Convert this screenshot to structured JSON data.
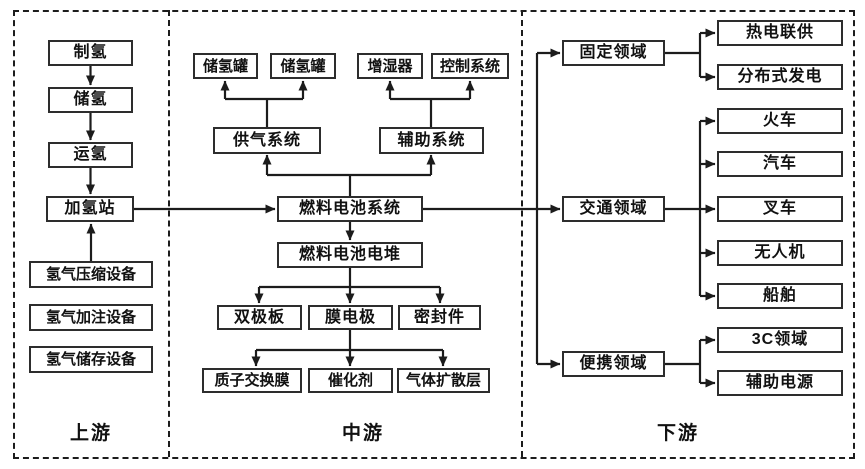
{
  "colors": {
    "line": "#1c1c1c",
    "box_border": "#2d2d2d",
    "text": "#111111",
    "background": "#ffffff"
  },
  "sections": {
    "upstream": {
      "label": "上游"
    },
    "midstream": {
      "label": "中游"
    },
    "downstream": {
      "label": "下游"
    }
  },
  "nodes": {
    "hydrogen_production": "制氢",
    "hydrogen_storage": "储氢",
    "hydrogen_transport": "运氢",
    "refueling_station": "加氢站",
    "compression_equipment": "氢气压缩设备",
    "filling_equipment": "氢气加注设备",
    "storage_equipment": "氢气储存设备",
    "hydrogen_tank_1": "储氢罐",
    "hydrogen_tank_2": "储氢罐",
    "humidifier": "增湿器",
    "control_system": "控制系统",
    "gas_supply_system": "供气系统",
    "auxiliary_system": "辅助系统",
    "fuel_cell_system": "燃料电池系统",
    "fuel_cell_stack": "燃料电池电堆",
    "bipolar_plate": "双极板",
    "membrane_electrode": "膜电极",
    "seal": "密封件",
    "proton_exchange_membrane": "质子交换膜",
    "catalyst": "催化剂",
    "gas_diffusion_layer": "气体扩散层",
    "stationary_field": "固定领域",
    "chp": "热电联供",
    "distributed_generation": "分布式发电",
    "transport_field": "交通领域",
    "train": "火车",
    "automobile": "汽车",
    "forklift": "叉车",
    "drone": "无人机",
    "ship": "船舶",
    "portable_field": "便携领域",
    "field_3c": "3C领域",
    "auxiliary_power": "辅助电源"
  }
}
